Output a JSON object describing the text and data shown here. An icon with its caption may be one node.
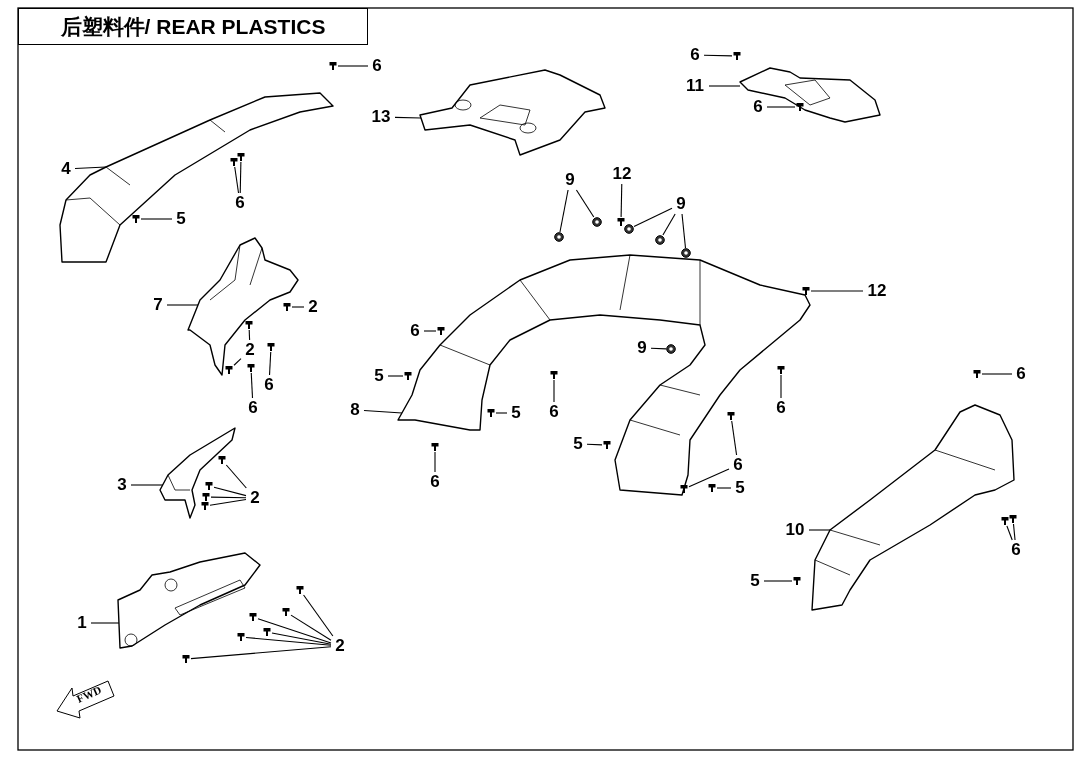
{
  "diagram": {
    "title": "后塑料件/ REAR PLASTICS",
    "nodes": [
      {
        "text": [],
        "shape": "picture"
      },
      {
        "text": [],
        "shape": "picture"
      },
      {
        "text": [],
        "shape": "picture"
      },
      {
        "text": [],
        "shape": "picture"
      },
      {
        "text": [],
        "shape": "picture"
      },
      {
        "text": [],
        "shape": "picture"
      },
      {
        "text": [],
        "shape": "picture"
      },
      {
        "text": [],
        "shape": "picture"
      },
      {
        "text": [
          "6"
        ]
      },
      {
        "text": [
          "13"
        ]
      },
      {
        "text": [
          "6"
        ]
      },
      {
        "text": [
          "11"
        ]
      },
      {
        "text": [
          "6"
        ]
      },
      {
        "text": [
          "4"
        ]
      },
      {
        "text": [
          "9"
        ]
      },
      {
        "text": [
          "12"
        ]
      },
      {
        "text": [
          "9"
        ]
      },
      {
        "text": [
          "6"
        ]
      },
      {
        "text": [
          "5"
        ]
      },
      {
        "text": [
          "7"
        ]
      },
      {
        "text": [
          "2"
        ]
      },
      {
        "text": [
          "2"
        ]
      },
      {
        "text": [
          "6"
        ]
      },
      {
        "text": [
          "6"
        ]
      },
      {
        "text": [
          "12"
        ]
      },
      {
        "text": [
          "6"
        ]
      },
      {
        "text": [
          "9"
        ]
      },
      {
        "text": [
          "5"
        ]
      },
      {
        "text": [
          "8"
        ]
      },
      {
        "text": [
          "5"
        ]
      },
      {
        "text": [
          "6"
        ]
      },
      {
        "text": [
          "6"
        ]
      },
      {
        "text": [
          "6"
        ]
      },
      {
        "text": [
          "6"
        ]
      },
      {
        "text": [
          "5"
        ]
      },
      {
        "text": [
          "6"
        ]
      },
      {
        "text": [
          "5"
        ]
      },
      {
        "text": [
          "3"
        ]
      },
      {
        "text": [
          "2"
        ]
      },
      {
        "text": [
          "10"
        ]
      },
      {
        "text": [
          "6"
        ]
      },
      {
        "text": [
          "5"
        ]
      },
      {
        "text": [
          "1"
        ]
      },
      {
        "text": [
          "2"
        ]
      },
      {
        "text": [],
        "shape": "picture"
      },
      {
        "text": [],
        "shape": "picture"
      },
      {
        "text": [],
        "shape": "picture"
      },
      {
        "text": [],
        "shape": "picture"
      },
      {
        "text": [],
        "shape": "picture"
      },
      {
        "text": [],
        "shape": "picture"
      },
      {
        "text": [],
        "shape": "picture"
      },
      {
        "text": [],
        "shape": "picture"
      },
      {
        "text": [],
        "shape": "picture"
      },
      {
        "text": [],
        "shape": "picture"
      },
      {
        "text": [],
        "shape": "picture"
      },
      {
        "text": [],
        "shape": "picture"
      },
      {
        "text": [],
        "shape": "picture"
      },
      {
        "text": [],
        "shape": "picture"
      },
      {
        "text": [],
        "shape": "picture"
      },
      {
        "text": [],
        "shape": "picture"
      },
      {
        "text": [],
        "shape": "picture"
      },
      {
        "text": [],
        "shape": "picture"
      },
      {
        "text": [],
        "shape": "picture"
      },
      {
        "text": [],
        "shape": "picture"
      },
      {
        "text": [],
        "shape": "picture"
      },
      {
        "text": [],
        "shape": "picture"
      },
      {
        "text": [],
        "shape": "picture"
      },
      {
        "text": [],
        "shape": "picture"
      },
      {
        "text": [],
        "shape": "picture"
      },
      {
        "text": [],
        "shape": "picture"
      },
      {
        "text": [],
        "shape": "picture"
      },
      {
        "text": [],
        "shape": "picture"
      },
      {
        "text": [],
        "shape": "picture"
      },
      {
        "text": [],
        "shape": "picture"
      },
      {
        "text": [],
        "shape": "picture"
      },
      {
        "text": [],
        "shape": "picture"
      },
      {
        "text": [],
        "shape": "picture"
      },
      {
        "text": [],
        "shape": "picture"
      },
      {
        "text": [],
        "shape": "picture"
      },
      {
        "text": [],
        "shape": "picture"
      },
      {
        "text": [],
        "shape": "picture"
      },
      {
        "text": [],
        "shape": "picture"
      },
      {
        "text": [],
        "shape": "picture"
      },
      {
        "text": [],
        "shape": "picture"
      },
      {
        "text": [],
        "shape": "picture"
      },
      {
        "text": [],
        "shape": "picture"
      },
      {
        "text": [],
        "shape": "picture"
      }
    ],
    "edges": [
      {
        "from": 8,
        "to": 44,
        "arrow": "none"
      },
      {
        "from": 9,
        "to": 1,
        "arrow": "none"
      },
      {
        "from": 10,
        "to": 45,
        "arrow": "none"
      },
      {
        "from": 11,
        "to": 2,
        "arrow": "none"
      },
      {
        "from": 12,
        "to": 46,
        "arrow": "none"
      },
      {
        "from": 13,
        "to": 0,
        "arrow": "none"
      },
      {
        "from": 14,
        "to": 47,
        "arrow": "none"
      },
      {
        "from": 14,
        "to": 48,
        "arrow": "none"
      },
      {
        "from": 15,
        "to": 49,
        "arrow": "none"
      },
      {
        "from": 16,
        "to": 50,
        "arrow": "none"
      },
      {
        "from": 16,
        "to": 51,
        "arrow": "none"
      },
      {
        "from": 16,
        "to": 52,
        "arrow": "none"
      },
      {
        "from": 17,
        "to": 53,
        "arrow": "none"
      },
      {
        "from": 17,
        "to": 54,
        "arrow": "none"
      },
      {
        "from": 18,
        "to": 55,
        "arrow": "none"
      },
      {
        "from": 19,
        "to": 3,
        "arrow": "none"
      },
      {
        "from": 20,
        "to": 56,
        "arrow": "none"
      },
      {
        "from": 21,
        "to": 57,
        "arrow": "none"
      },
      {
        "from": 21,
        "to": 58,
        "arrow": "none"
      },
      {
        "from": 22,
        "to": 59,
        "arrow": "none"
      },
      {
        "from": 23,
        "to": 60,
        "arrow": "none"
      },
      {
        "from": 24,
        "to": 61,
        "arrow": "none"
      },
      {
        "from": 25,
        "to": 62,
        "arrow": "none"
      },
      {
        "from": 26,
        "to": 63,
        "arrow": "none"
      },
      {
        "from": 27,
        "to": 64,
        "arrow": "none"
      },
      {
        "from": 28,
        "to": 4,
        "arrow": "none"
      },
      {
        "from": 29,
        "to": 65,
        "arrow": "none"
      },
      {
        "from": 30,
        "to": 66,
        "arrow": "none"
      },
      {
        "from": 31,
        "to": 67,
        "arrow": "none"
      },
      {
        "from": 32,
        "to": 68,
        "arrow": "none"
      },
      {
        "from": 33,
        "to": 69,
        "arrow": "none"
      },
      {
        "from": 34,
        "to": 70,
        "arrow": "none"
      },
      {
        "from": 35,
        "to": 71,
        "arrow": "none"
      },
      {
        "from": 35,
        "to": 72,
        "arrow": "none"
      },
      {
        "from": 36,
        "to": 73,
        "arrow": "none"
      },
      {
        "from": 37,
        "to": 5,
        "arrow": "none"
      },
      {
        "from": 38,
        "to": 74,
        "arrow": "none"
      },
      {
        "from": 38,
        "to": 75,
        "arrow": "none"
      },
      {
        "from": 38,
        "to": 76,
        "arrow": "none"
      },
      {
        "from": 38,
        "to": 77,
        "arrow": "none"
      },
      {
        "from": 39,
        "to": 7,
        "arrow": "none"
      },
      {
        "from": 40,
        "to": 78,
        "arrow": "none"
      },
      {
        "from": 40,
        "to": 79,
        "arrow": "none"
      },
      {
        "from": 41,
        "to": 80,
        "arrow": "none"
      },
      {
        "from": 42,
        "to": 6,
        "arrow": "none"
      },
      {
        "from": 43,
        "to": 81,
        "arrow": "none"
      },
      {
        "from": 43,
        "to": 82,
        "arrow": "none"
      },
      {
        "from": 43,
        "to": 83,
        "arrow": "none"
      },
      {
        "from": 43,
        "to": 84,
        "arrow": "none"
      },
      {
        "from": 43,
        "to": 85,
        "arrow": "none"
      },
      {
        "from": 43,
        "to": 86,
        "arrow": "none"
      }
    ],
    "labels": [
      "FWD"
    ]
  }
}
